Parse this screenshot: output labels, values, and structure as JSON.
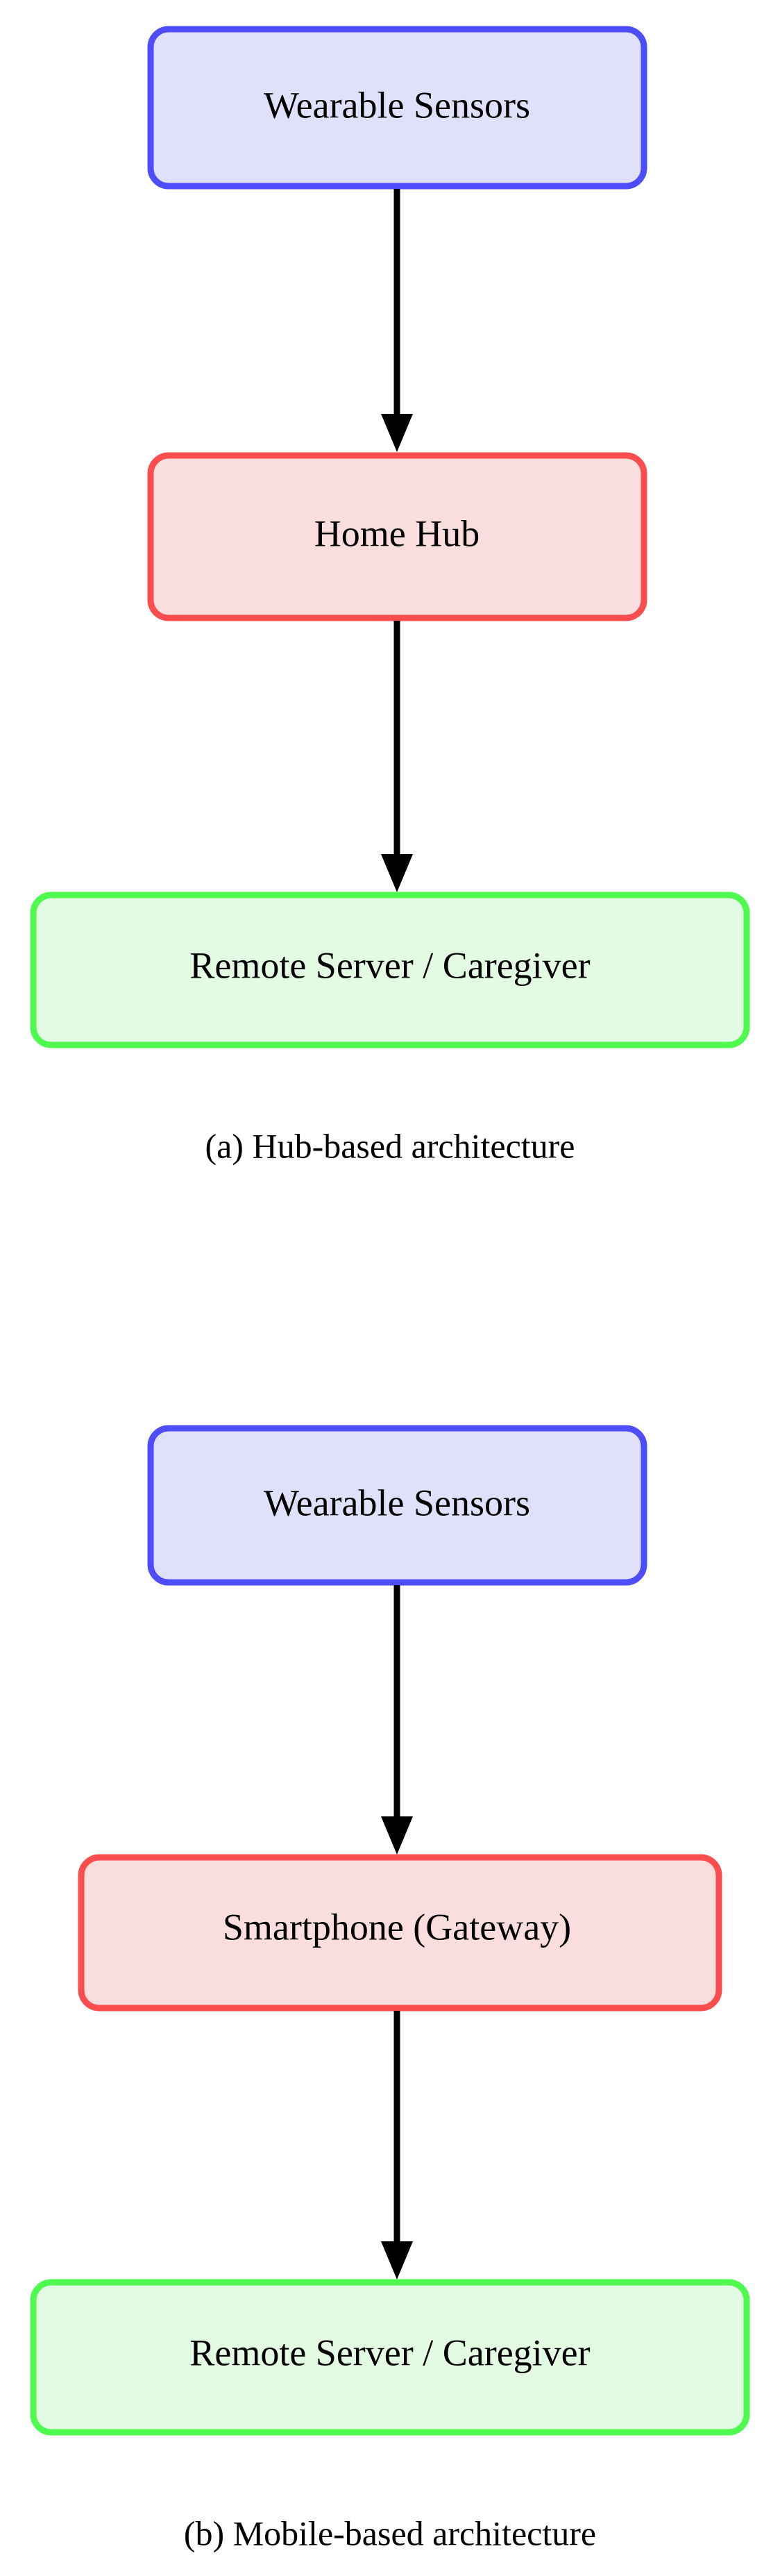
{
  "figure": {
    "background_color": "#ffffff",
    "panels": [
      {
        "id": "panel-a",
        "caption": "(a) Hub-based architecture",
        "nodes": [
          {
            "id": "a-sensors",
            "label": "Wearable Sensors",
            "fill": "#e0e0fa",
            "stroke": "#4d4dfa"
          },
          {
            "id": "a-hub",
            "label": "Home Hub",
            "fill": "#fadddd",
            "stroke": "#fa4d4d"
          },
          {
            "id": "a-server",
            "label": "Remote Server / Caregiver",
            "fill": "#e3fae3",
            "stroke": "#4dfa4d"
          }
        ],
        "edges": [
          {
            "id": "a-edge-1",
            "from": "a-sensors",
            "to": "a-hub",
            "color": "#000000"
          },
          {
            "id": "a-edge-2",
            "from": "a-hub",
            "to": "a-server",
            "color": "#000000"
          }
        ]
      },
      {
        "id": "panel-b",
        "caption": "(b) Mobile-based architecture",
        "nodes": [
          {
            "id": "b-sensors",
            "label": "Wearable Sensors",
            "fill": "#e0e0fa",
            "stroke": "#4d4dfa"
          },
          {
            "id": "b-phone",
            "label": "Smartphone (Gateway)",
            "fill": "#fadddd",
            "stroke": "#fa4d4d"
          },
          {
            "id": "b-server",
            "label": "Remote Server / Caregiver",
            "fill": "#e3fae3",
            "stroke": "#4dfa4d"
          }
        ],
        "edges": [
          {
            "id": "b-edge-1",
            "from": "b-sensors",
            "to": "b-phone",
            "color": "#000000"
          },
          {
            "id": "b-edge-2",
            "from": "b-phone",
            "to": "b-server",
            "color": "#000000"
          }
        ]
      }
    ]
  },
  "chart_data": {
    "type": "diagram",
    "title": "",
    "subgraphs": [
      {
        "name": "(a) Hub-based architecture",
        "nodes": [
          "Wearable Sensors",
          "Home Hub",
          "Remote Server / Caregiver"
        ],
        "edges": [
          [
            "Wearable Sensors",
            "Home Hub"
          ],
          [
            "Home Hub",
            "Remote Server / Caregiver"
          ]
        ]
      },
      {
        "name": "(b) Mobile-based architecture",
        "nodes": [
          "Wearable Sensors",
          "Smartphone (Gateway)",
          "Remote Server / Caregiver"
        ],
        "edges": [
          [
            "Wearable Sensors",
            "Smartphone (Gateway)"
          ],
          [
            "Smartphone (Gateway)",
            "Remote Server / Caregiver"
          ]
        ]
      }
    ]
  }
}
